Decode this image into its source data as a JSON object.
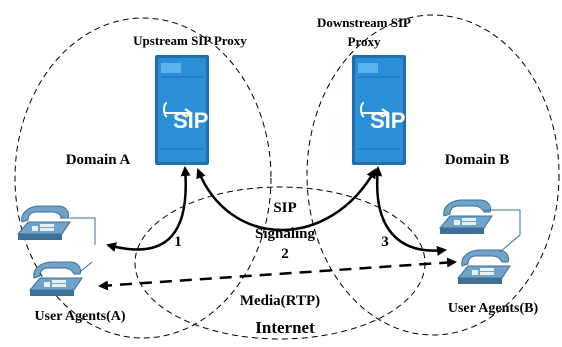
{
  "labels": {
    "upstream_proxy": "Upstream SIP Proxy",
    "downstream_proxy_line1": "Downstream SIP",
    "downstream_proxy_line2": "Proxy",
    "domain_a": "Domain A",
    "domain_b": "Domain B",
    "sip_signaling_line1": "SIP",
    "sip_signaling_line2": "Signaling",
    "step_1": "1",
    "step_2": "2",
    "step_3": "3",
    "media": "Media(RTP)",
    "internet": "Internet",
    "user_agents_a": "User Agents(A)",
    "user_agents_b": "User Agents(B)",
    "server_logo_text": "SIP"
  },
  "colors": {
    "server_blue": "#2a8fd6",
    "server_dark": "#1f6fae",
    "phone_blue": "#6fa3c9",
    "phone_dark": "#3e6f95",
    "line": "#000000"
  },
  "icons": [
    "sip-server-icon",
    "ip-phone-icon"
  ]
}
